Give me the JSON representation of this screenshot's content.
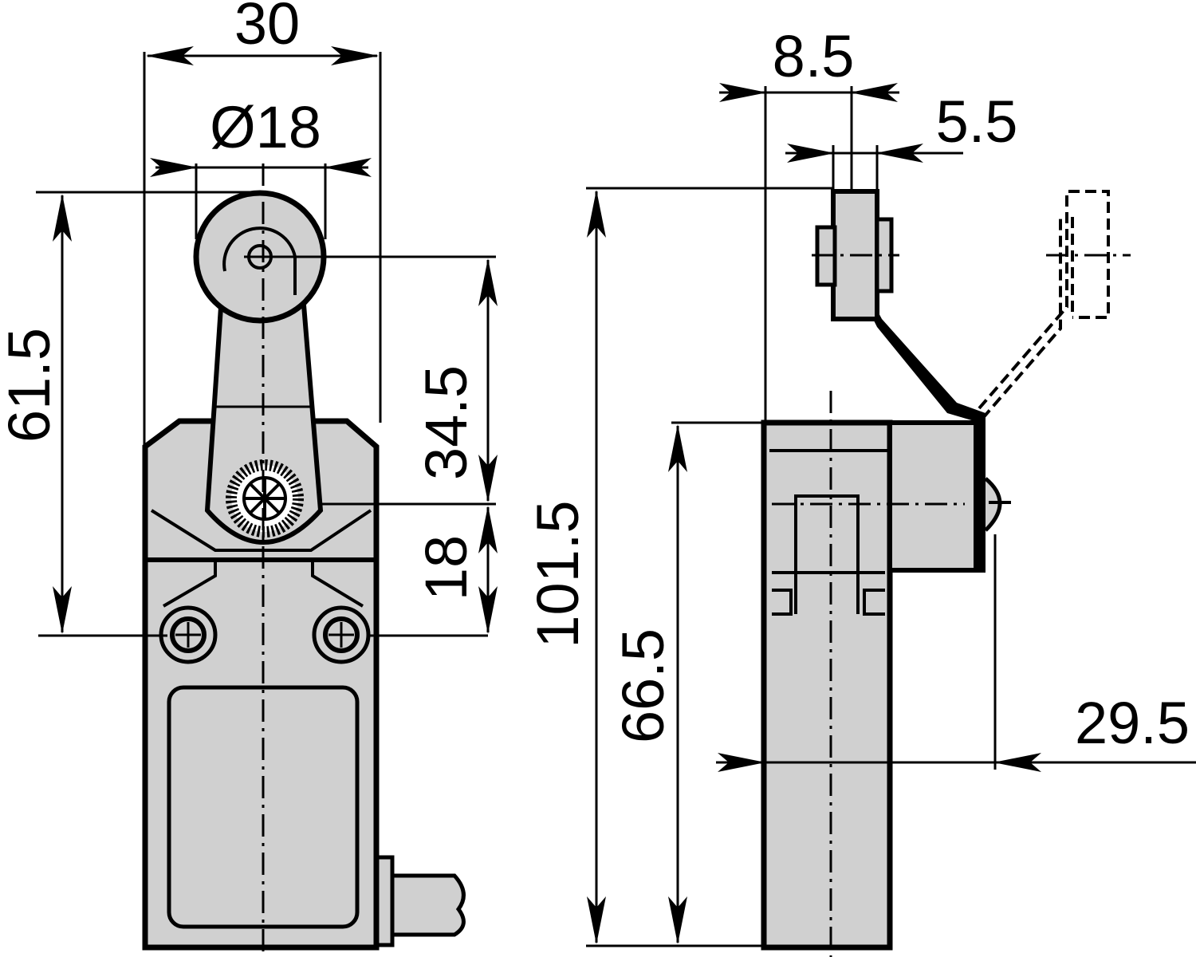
{
  "dimensions": {
    "front_width": "30",
    "roller_diameter": "Ø18",
    "total_height_front": "61.5",
    "roller_to_pivot": "34.5",
    "pivot_to_mount": "18",
    "side_arm_offset": "8.5",
    "roller_width": "5.5",
    "total_height_side": "101.5",
    "body_height": "66.5",
    "lever_reach": "29.5"
  },
  "colors": {
    "body": "#d0d0d0",
    "line": "#000000",
    "background": "#ffffff"
  }
}
